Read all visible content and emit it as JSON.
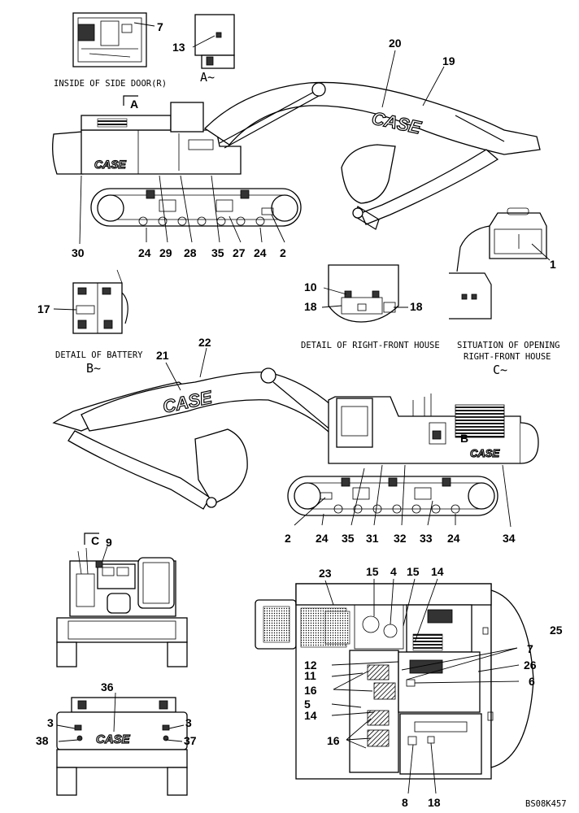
{
  "captions": {
    "side_door": "INSIDE OF SIDE DOOR(R)",
    "view_a": "A~",
    "detail_battery": "DETAIL OF BATTERY",
    "view_b": "B~",
    "detail_house": "DETAIL OF RIGHT-FRONT HOUSE",
    "situation_line1": "SITUATION OF OPENING",
    "situation_line2": "RIGHT-FRONT HOUSE",
    "view_c": "C~",
    "marker_a": "A",
    "marker_b": "B",
    "marker_c": "C",
    "figure_id": "BS08K457"
  },
  "brand_text": "CASE",
  "callouts": {
    "c7a": "7",
    "c13": "13",
    "c20": "20",
    "c19": "19",
    "c30": "30",
    "c24a": "24",
    "c29": "29",
    "c28": "28",
    "c35a": "35",
    "c27": "27",
    "c24b": "24",
    "c2a": "2",
    "c1": "1",
    "c10": "10",
    "c18a": "18",
    "c18b": "18",
    "c17": "17",
    "c21": "21",
    "c22": "22",
    "c2b": "2",
    "c24c": "24",
    "c35b": "35",
    "c31": "31",
    "c32": "32",
    "c33": "33",
    "c24d": "24",
    "c34": "34",
    "c9": "9",
    "c23": "23",
    "c15a": "15",
    "c4": "4",
    "c15b": "15",
    "c14a": "14",
    "c25": "25",
    "c7b": "7",
    "c12": "12",
    "c26": "26",
    "c11": "11",
    "c6": "6",
    "c16a": "16",
    "c5": "5",
    "c14b": "14",
    "c16b": "16",
    "c36": "36",
    "c3a": "3",
    "c3b": "3",
    "c38": "38",
    "c37": "37",
    "c8": "8",
    "c18c": "18"
  }
}
